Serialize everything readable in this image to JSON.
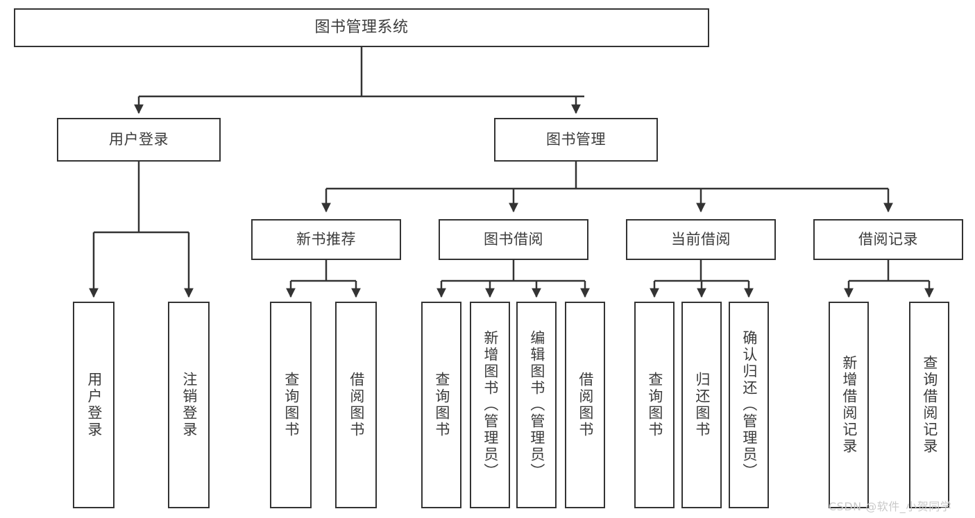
{
  "diagram": {
    "title": "图书管理系统",
    "type": "tree-hierarchy-chart",
    "root": {
      "label": "图书管理系统"
    },
    "level2": [
      {
        "label": "用户登录"
      },
      {
        "label": "图书管理"
      }
    ],
    "level3": [
      {
        "label": "新书推荐"
      },
      {
        "label": "图书借阅"
      },
      {
        "label": "当前借阅"
      },
      {
        "label": "借阅记录"
      }
    ],
    "leaves": [
      {
        "label": "用户登录"
      },
      {
        "label": "注销登录"
      },
      {
        "label": "查询图书"
      },
      {
        "label": "借阅图书"
      },
      {
        "label": "查询图书"
      },
      {
        "label": "新增图书（管理员）"
      },
      {
        "label": "编辑图书（管理员）"
      },
      {
        "label": "借阅图书"
      },
      {
        "label": "查询图书"
      },
      {
        "label": "归还图书"
      },
      {
        "label": "确认归还（管理员）"
      },
      {
        "label": "新增借阅记录"
      },
      {
        "label": "查询借阅记录"
      }
    ]
  },
  "watermark": {
    "text": "CSDN @软件_小贺同学"
  },
  "colors": {
    "stroke": "#333333",
    "text": "#3b3b3b",
    "background": "#ffffff",
    "watermark": "#c9c9c9"
  }
}
